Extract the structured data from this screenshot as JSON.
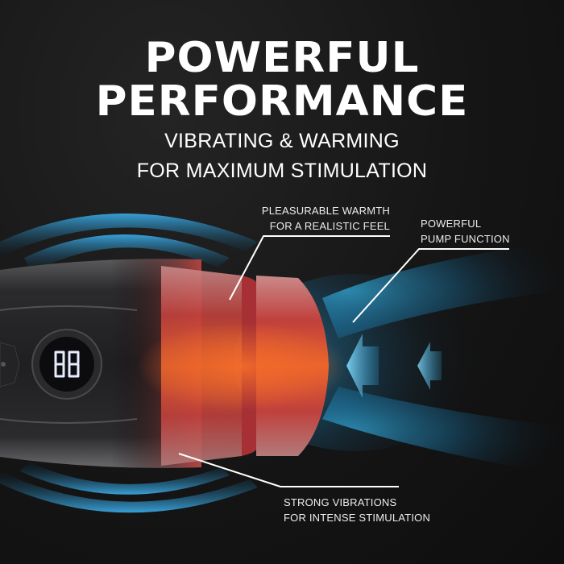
{
  "headline": {
    "line1": "POWERFUL",
    "line2": "PERFORMANCE"
  },
  "subheadline": {
    "line1": "VIBRATING & WARMING",
    "line2": "FOR MAXIMUM STIMULATION"
  },
  "callouts": {
    "warmth": {
      "line1": "PLEASURABLE WARMTH",
      "line2": "FOR A REALISTIC FEEL"
    },
    "pump": {
      "line1": "POWERFUL",
      "line2": "PUMP FUNCTION"
    },
    "vibration": {
      "line1": "STRONG VIBRATIONS",
      "line2": "FOR INTENSE STIMULATION"
    }
  },
  "device": {
    "display_value": "88",
    "icons": [
      "digital-display-icon",
      "power-button-icon",
      "pump-arrow-left-icon",
      "pump-arrow-left-icon-secondary",
      "vibration-wave-icon",
      "heat-glow-icon"
    ]
  },
  "colors": {
    "background": "#161616",
    "text": "#ffffff",
    "heat_core": "#e8622a",
    "heat_edge": "#b83a3a",
    "wave_blue": "#2fa6e0",
    "pump_blue": "#39b8ea",
    "device_body": "#2a2a2c"
  }
}
